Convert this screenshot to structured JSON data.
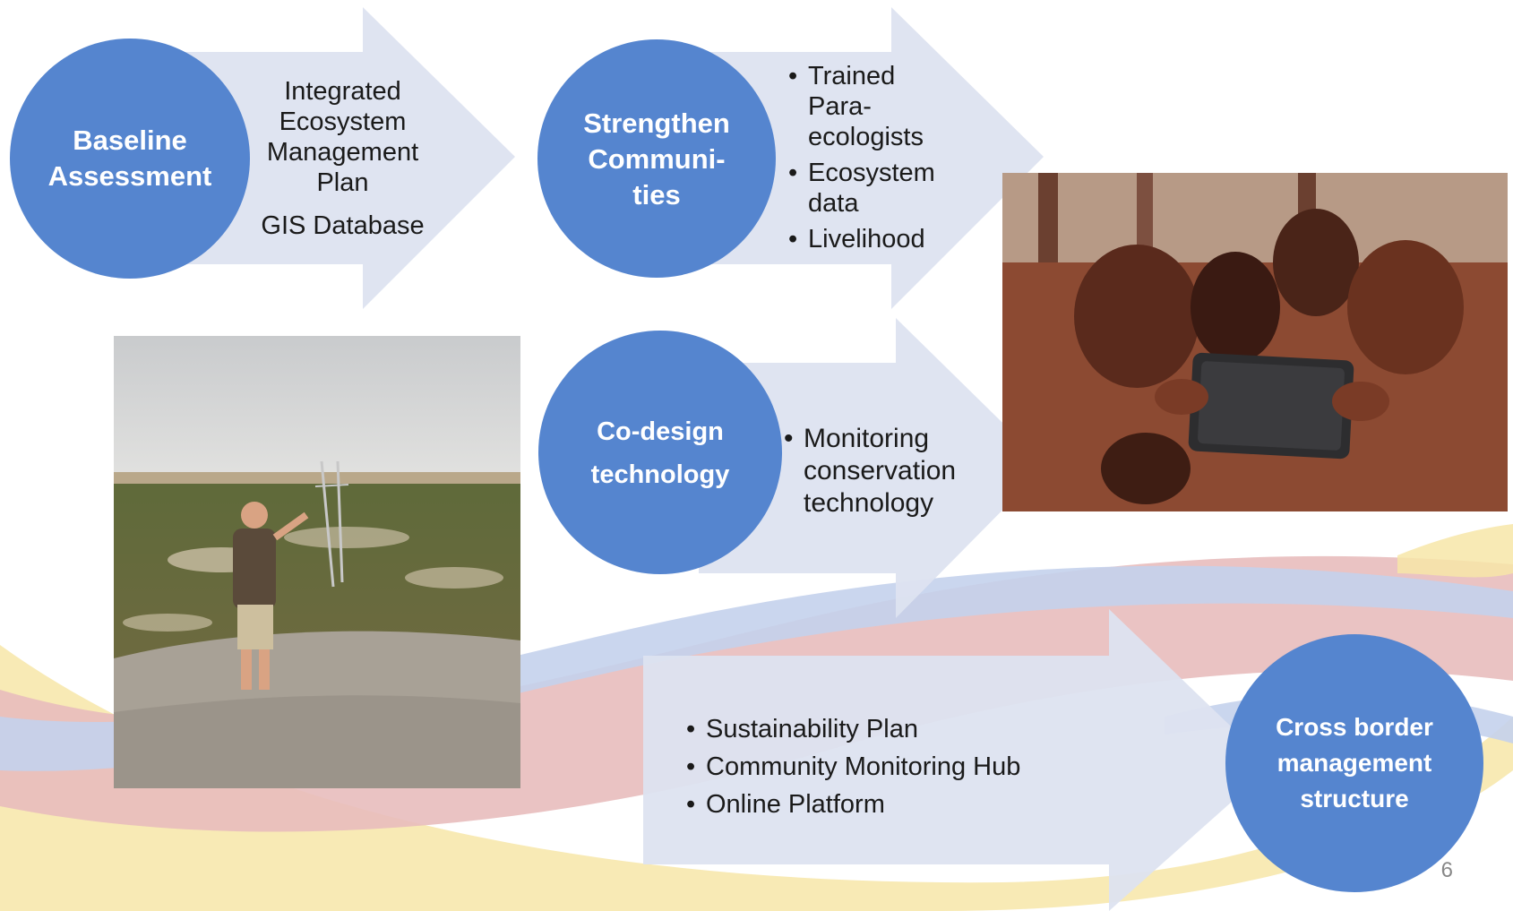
{
  "steps": {
    "baseline": {
      "title": "Baseline Assessment",
      "items": [
        "Integrated Ecosystem Management Plan",
        "GIS Database"
      ]
    },
    "strengthen": {
      "title": "Strengthen Communi- ties",
      "items": [
        "Trained Para- ecologists",
        "Ecosystem data",
        "Livelihood"
      ]
    },
    "codesign": {
      "title": "Co-design technology",
      "items": [
        "Monitoring conservation technology"
      ]
    },
    "sustain": {
      "items": [
        "Sustainability Plan",
        "Community Monitoring Hub",
        "Online Platform"
      ]
    },
    "crossborder": {
      "title": "Cross border management structure"
    }
  },
  "photos": {
    "field": "photo-man-with-antenna",
    "community": "photo-community-with-tablet"
  },
  "page_number": "6",
  "colors": {
    "circle": "#5585cf",
    "arrow": "#dde3f0",
    "swoosh_red": "#e8b8b8",
    "swoosh_blue": "#bfcdea",
    "swoosh_yellow": "#f7e3a0"
  }
}
